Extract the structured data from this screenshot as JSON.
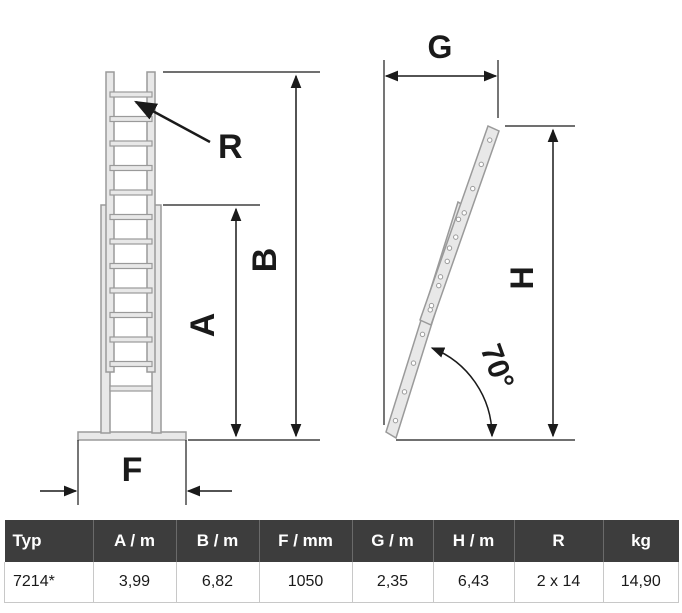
{
  "labels": {
    "g": "G",
    "r": "R",
    "b": "B",
    "a": "A",
    "f": "F",
    "h": "H",
    "angle": "70°"
  },
  "table": {
    "headers": [
      "Typ",
      "A / m",
      "B / m",
      "F / mm",
      "G / m",
      "H / m",
      "R",
      "kg"
    ],
    "rows": [
      [
        "7214*",
        "3,99",
        "6,82",
        "1050",
        "2,35",
        "6,43",
        "2 x 14",
        "14,90"
      ]
    ]
  },
  "colors": {
    "ladder_fill": "#e8e8e8",
    "ladder_stroke": "#9a9a9a",
    "dimension_line": "#1a1a1a",
    "table_header_bg": "#3d3d3d",
    "table_header_text": "#ffffff"
  }
}
